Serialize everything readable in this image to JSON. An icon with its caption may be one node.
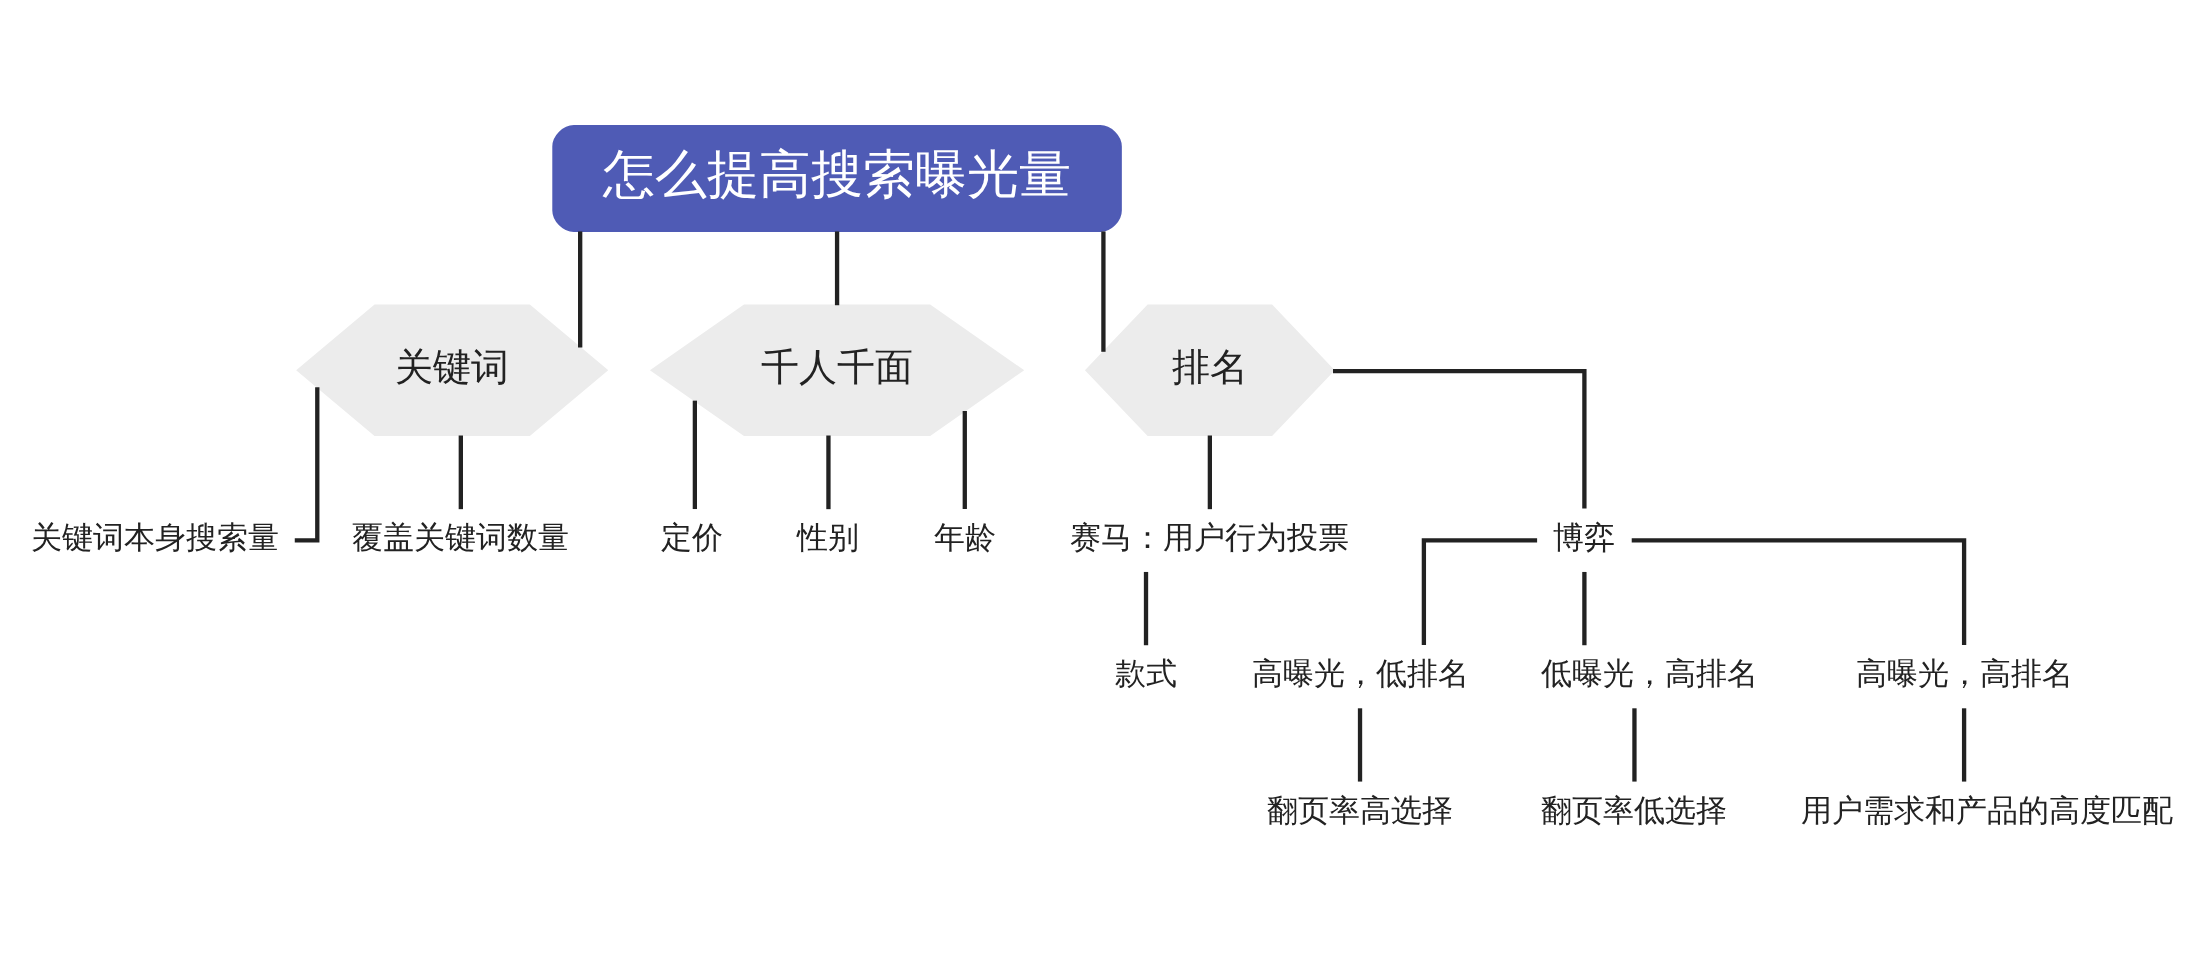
{
  "diagram": {
    "nodes": [
      {
        "text": [
          "怎么提高搜索曝光量"
        ]
      },
      {
        "text": [
          "关键词"
        ]
      },
      {
        "text": [
          "千人千面"
        ]
      },
      {
        "text": [
          "排名"
        ]
      },
      {
        "text": [
          "关键词本身搜索量"
        ]
      },
      {
        "text": [
          "覆盖关键词数量"
        ]
      },
      {
        "text": [
          "定价"
        ]
      },
      {
        "text": [
          "性别"
        ]
      },
      {
        "text": [
          "年龄"
        ]
      },
      {
        "text": [
          "赛马：用户行为投票"
        ]
      },
      {
        "text": [
          "博弈"
        ]
      },
      {
        "text": [
          "款式"
        ]
      },
      {
        "text": [
          "高曝光，低排名"
        ]
      },
      {
        "text": [
          "低曝光，高排名"
        ]
      },
      {
        "text": [
          "高曝光，高排名"
        ]
      },
      {
        "text": [
          "翻页率高选择"
        ]
      },
      {
        "text": [
          "翻页率低选择"
        ]
      },
      {
        "text": [
          "用户需求和产品的高度匹配"
        ]
      }
    ],
    "edges": [
      {
        "from": 0,
        "to": 1,
        "arrow": "none"
      },
      {
        "from": 0,
        "to": 2,
        "arrow": "none"
      },
      {
        "from": 0,
        "to": 3,
        "arrow": "none"
      },
      {
        "from": 1,
        "to": 4,
        "arrow": "none"
      },
      {
        "from": 1,
        "to": 5,
        "arrow": "none"
      },
      {
        "from": 2,
        "to": 6,
        "arrow": "none"
      },
      {
        "from": 2,
        "to": 7,
        "arrow": "none"
      },
      {
        "from": 2,
        "to": 8,
        "arrow": "none"
      },
      {
        "from": 3,
        "to": 9,
        "arrow": "none"
      },
      {
        "from": 3,
        "to": 10,
        "arrow": "none"
      },
      {
        "from": 9,
        "to": 11,
        "arrow": "none"
      },
      {
        "from": 10,
        "to": 12,
        "arrow": "none"
      },
      {
        "from": 10,
        "to": 13,
        "arrow": "none"
      },
      {
        "from": 10,
        "to": 14,
        "arrow": "none"
      },
      {
        "from": 12,
        "to": 15,
        "arrow": "none"
      },
      {
        "from": 13,
        "to": 16,
        "arrow": "none"
      },
      {
        "from": 14,
        "to": 17,
        "arrow": "none"
      }
    ]
  }
}
